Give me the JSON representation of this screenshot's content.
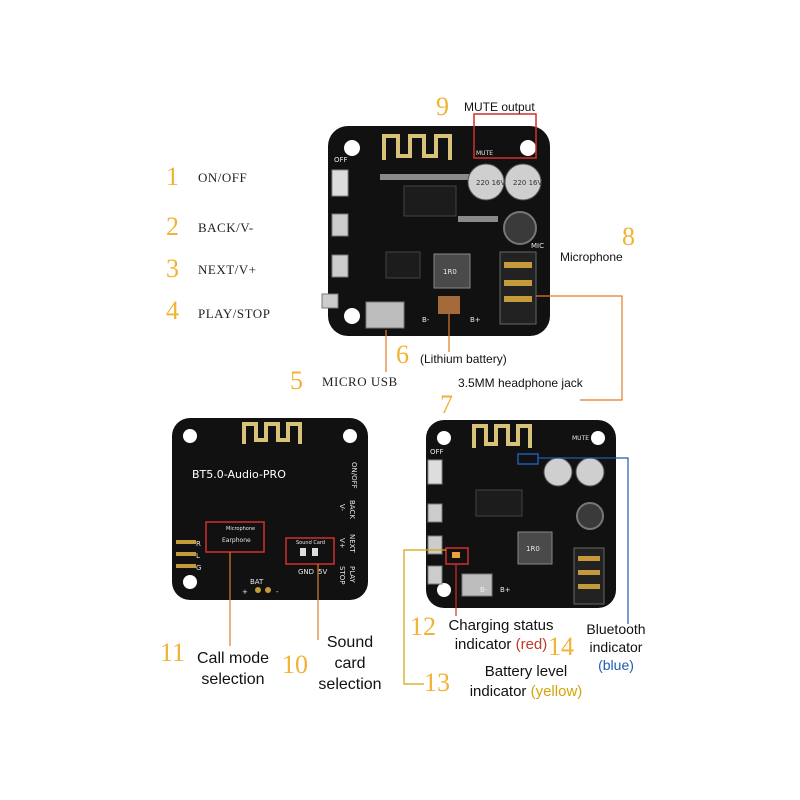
{
  "callouts": {
    "n1": "1",
    "l1": "ON/OFF",
    "n2": "2",
    "l2": "BACK/V-",
    "n3": "3",
    "l3": "NEXT/V+",
    "n4": "4",
    "l4": "PLAY/STOP",
    "n5": "5",
    "l5": "MICRO USB",
    "n6": "6",
    "l6": "(Lithium battery)",
    "n7": "7",
    "l7": "3.5MM headphone jack",
    "n8": "8",
    "l8": "Microphone",
    "n9": "9",
    "l9": "MUTE output",
    "n10": "10",
    "l10a": "Sound",
    "l10b": "card",
    "l10c": "selection",
    "n11": "11",
    "l11a": "Call mode",
    "l11b": "selection",
    "n12": "12",
    "l12a": "Charging status",
    "l12b": "indicator",
    "l12c": "(red)",
    "n13": "13",
    "l13a": "Battery level",
    "l13b": "indicator",
    "l13c": "(yellow)",
    "n14": "14",
    "l14a": "Bluetooth",
    "l14b": "indicator",
    "l14c": "(blue)"
  },
  "pcb": {
    "top_off": "OFF",
    "top_mute": "MUTE",
    "top_mic": "MIC",
    "top_cap_a": "220 16V",
    "top_cap_b": "220 16V",
    "top_inductor": "1R0",
    "top_bminus": "B-",
    "top_bplus": "B+",
    "back_title": "BT5.0-Audio-PRO",
    "back_onoff": "ON/OFF",
    "back_vminus": "V-",
    "back_back": "BACK",
    "back_vplus": "V+",
    "back_next": "NEXT",
    "back_stop": "STOP",
    "back_play": "PLAY",
    "back_micphone": "Microphone",
    "back_earphone": "Earphone",
    "back_soundcard": "Sound Card",
    "back_gnd": "GND",
    "back_5v": "5V",
    "back_bat": "BAT",
    "back_plus": "+",
    "back_minus": "-",
    "back_r": "R",
    "back_l": "L",
    "back_g": "G",
    "br_off": "OFF",
    "br_mute": "MUTE",
    "br_inductor": "1R0",
    "br_bminus": "B-",
    "br_bplus": "B+"
  },
  "colors": {
    "number": "#f2b233",
    "pcb": "#111111",
    "leader": "#e07b2a",
    "highlight_red": "#d32f2f",
    "blue": "#1f5bb5",
    "yellow": "#d4a40a"
  }
}
